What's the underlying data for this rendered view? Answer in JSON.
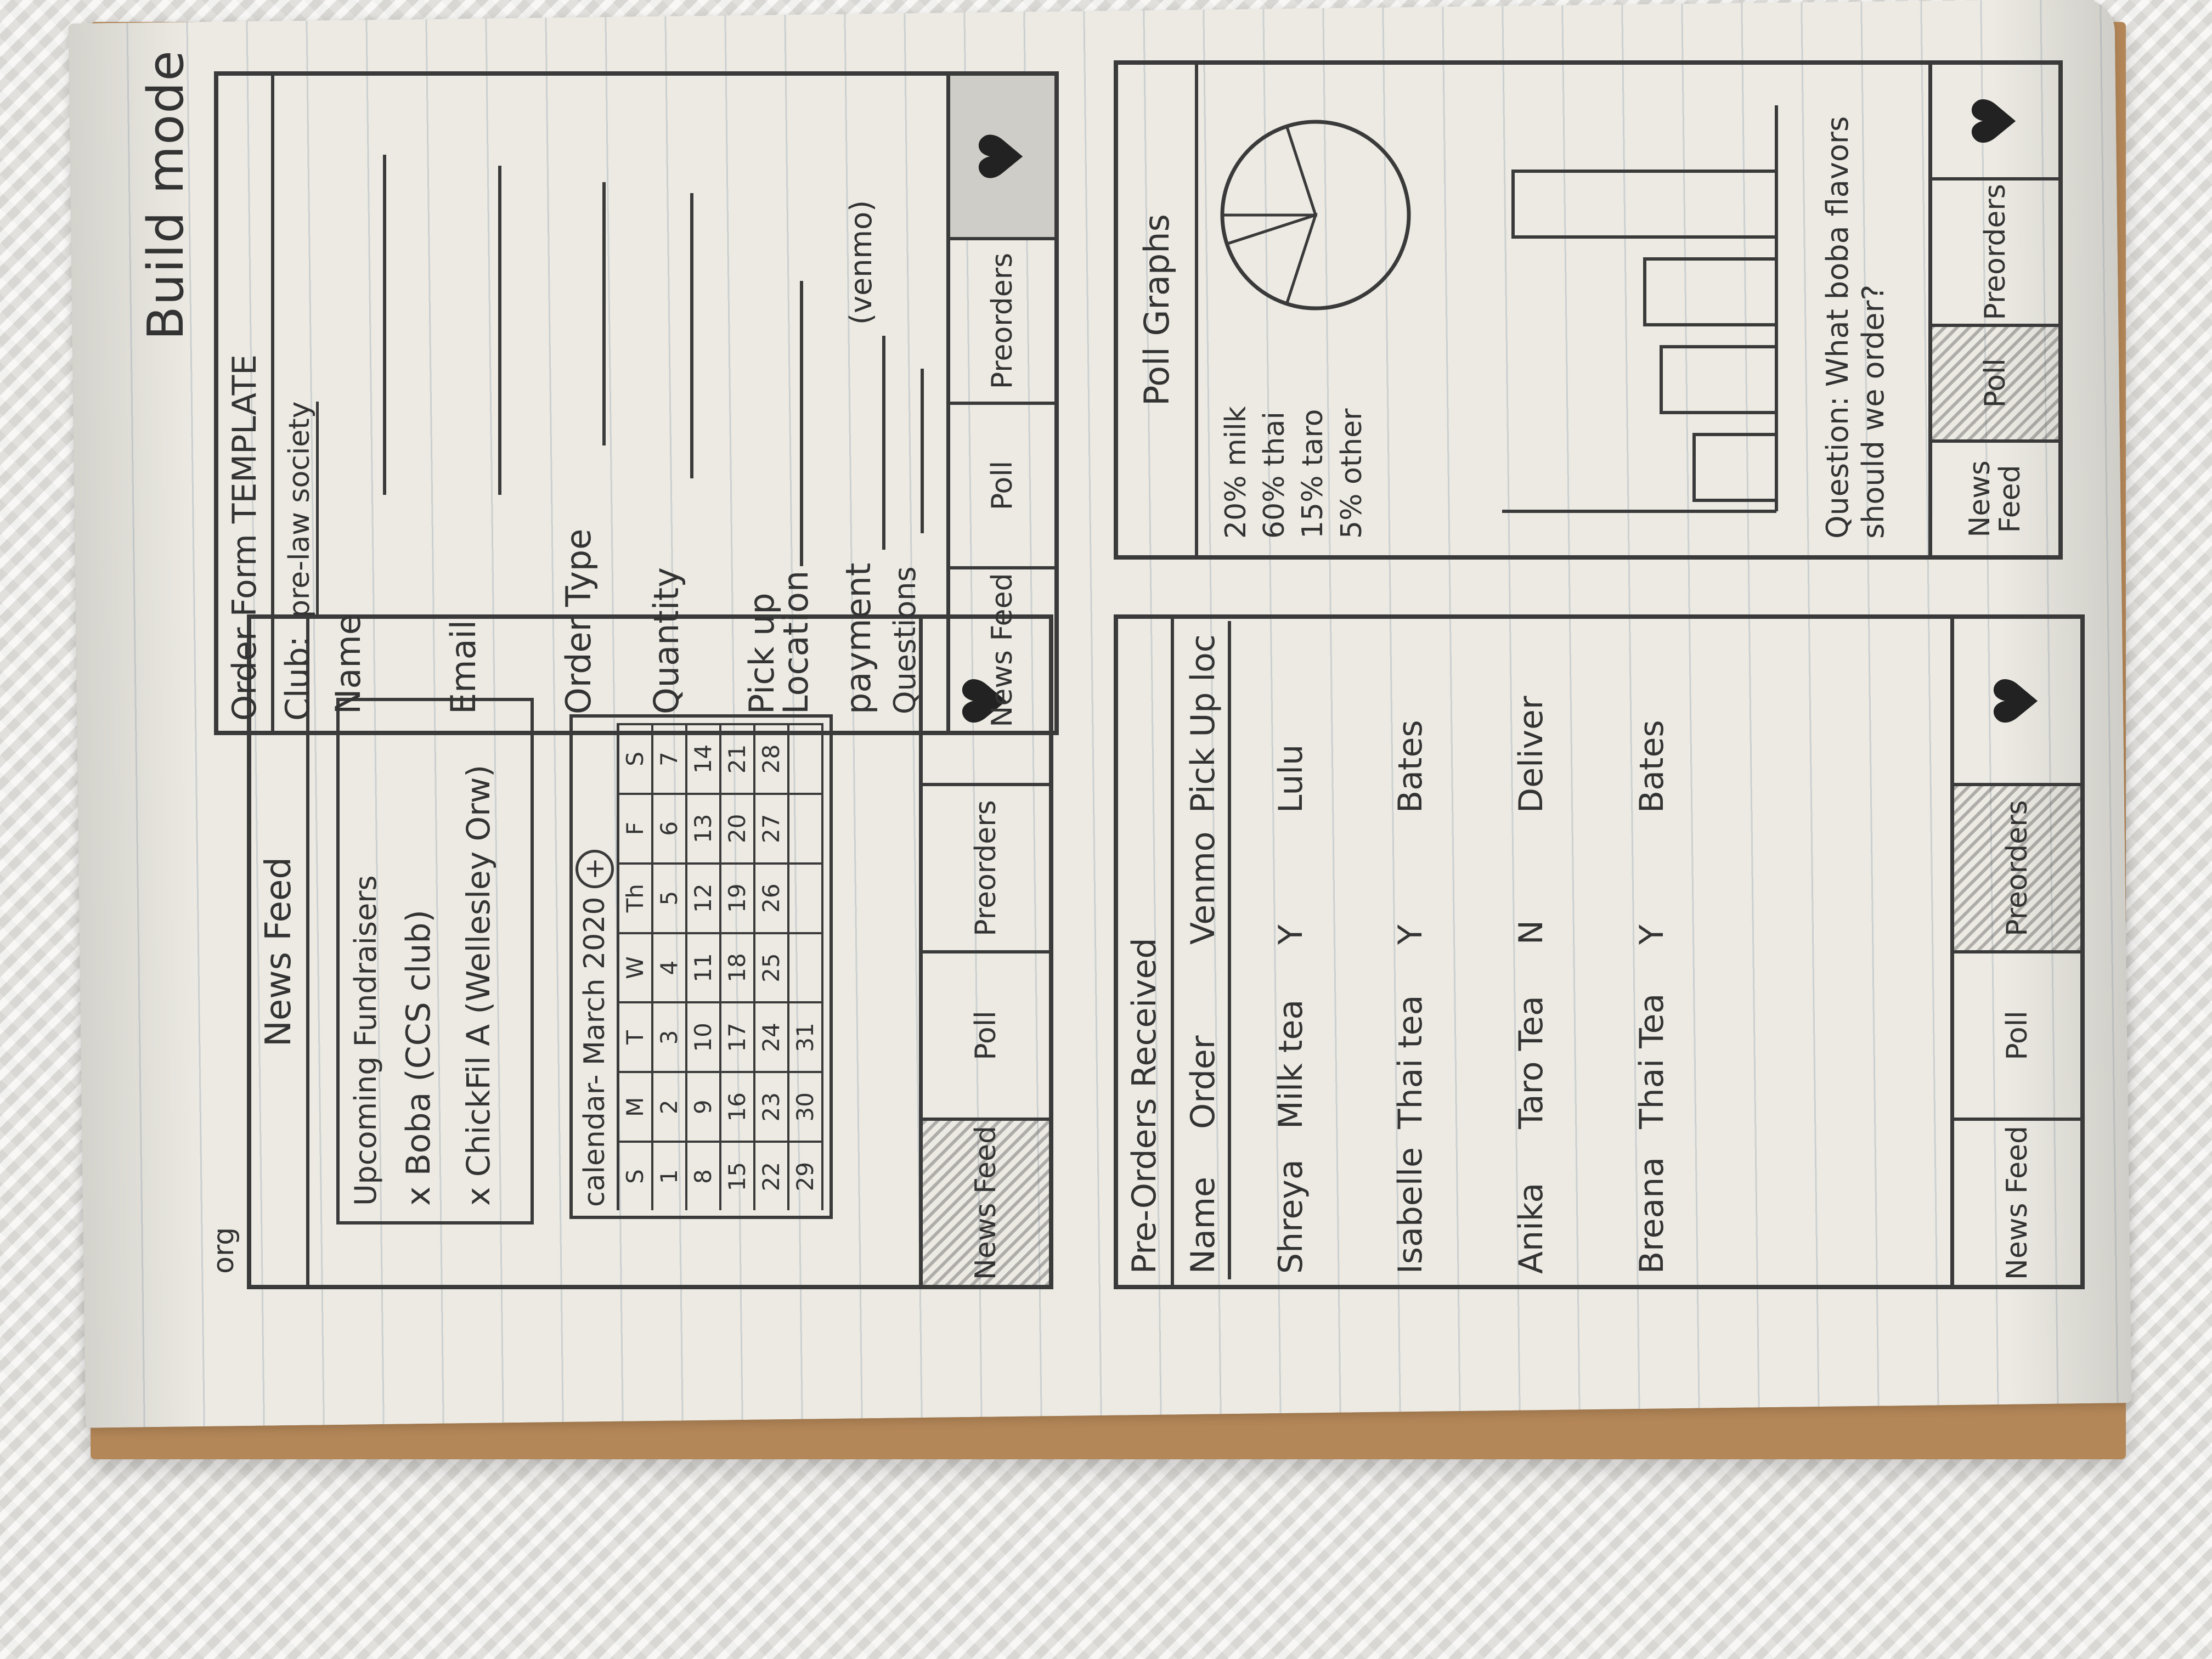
{
  "page_title": "Build mode",
  "tabs": {
    "news_feed": "News Feed",
    "poll": "Poll",
    "preorders": "Preorders",
    "heart": "♥"
  },
  "news_feed_screen": {
    "org_label": "org",
    "header": "News Feed",
    "fundraisers": {
      "heading": "Upcoming Fundraisers",
      "items": [
        "x Boba (CCS club)",
        "x ChickFil A (Wellesley Orw)"
      ]
    },
    "calendar": {
      "title": "calendar- March 2020",
      "add": "+",
      "weekdays": [
        "S",
        "M",
        "T",
        "W",
        "Th",
        "F",
        "S"
      ],
      "weeks": [
        [
          "1",
          "2",
          "3",
          "4",
          "5",
          "6",
          "7"
        ],
        [
          "8",
          "9",
          "10",
          "11",
          "12",
          "13",
          "14"
        ],
        [
          "15",
          "16",
          "17",
          "18",
          "19",
          "20",
          "21"
        ],
        [
          "22",
          "23",
          "24",
          "25",
          "26",
          "27",
          "28"
        ],
        [
          "29",
          "30",
          "31",
          "",
          "",
          "",
          ""
        ]
      ]
    }
  },
  "order_form_screen": {
    "header": "Order Form TEMPLATE",
    "club_label": "Club:",
    "club_value": "pre-law society",
    "fields": [
      "Name",
      "Email",
      "Order Type",
      "Quantity",
      "Pick up Location",
      "payment",
      "Questions"
    ],
    "payment_suffix": "(venmo)"
  },
  "preorders_screen": {
    "header": "Pre-Orders Received",
    "columns": [
      "Name",
      "Order",
      "Venmo",
      "Pick Up loc"
    ],
    "rows": [
      [
        "Shreya",
        "Milk tea",
        "Y",
        "Lulu"
      ],
      [
        "Isabelle",
        "Thai tea",
        "Y",
        "Bates"
      ],
      [
        "Anika",
        "Taro Tea",
        "N",
        "Deliver"
      ],
      [
        "Breana",
        "Thai Tea",
        "Y",
        "Bates"
      ]
    ]
  },
  "poll_screen": {
    "header": "Poll Graphs",
    "legend": [
      "20% milk",
      "60% thai",
      "15% taro",
      "5% other"
    ],
    "chart_data": {
      "type": "pie",
      "categories": [
        "milk",
        "thai",
        "taro",
        "other"
      ],
      "values": [
        20,
        60,
        15,
        5
      ]
    },
    "question": "Question: What boba flavors should we order?"
  }
}
